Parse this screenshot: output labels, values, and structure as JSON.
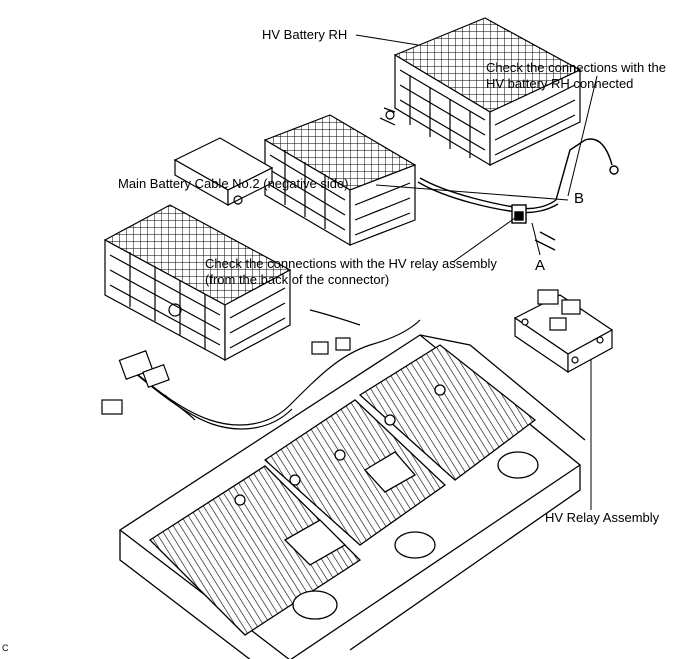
{
  "labels": {
    "hv_battery_rh": "HV Battery RH",
    "check_rh_line1": "Check the connections with the",
    "check_rh_line2": "HV battery RH connected",
    "main_cable": "Main Battery Cable No.2 (negative side)",
    "callout_b": "B",
    "check_relay_line1": "Check the connections with the HV relay assembly",
    "check_relay_line2": "(from the back of the connector)",
    "callout_a": "A",
    "hv_relay_assembly": "HV Relay Assembly",
    "corner_mark": "C"
  },
  "colors": {
    "ink": "#000000",
    "paper": "#ffffff"
  }
}
